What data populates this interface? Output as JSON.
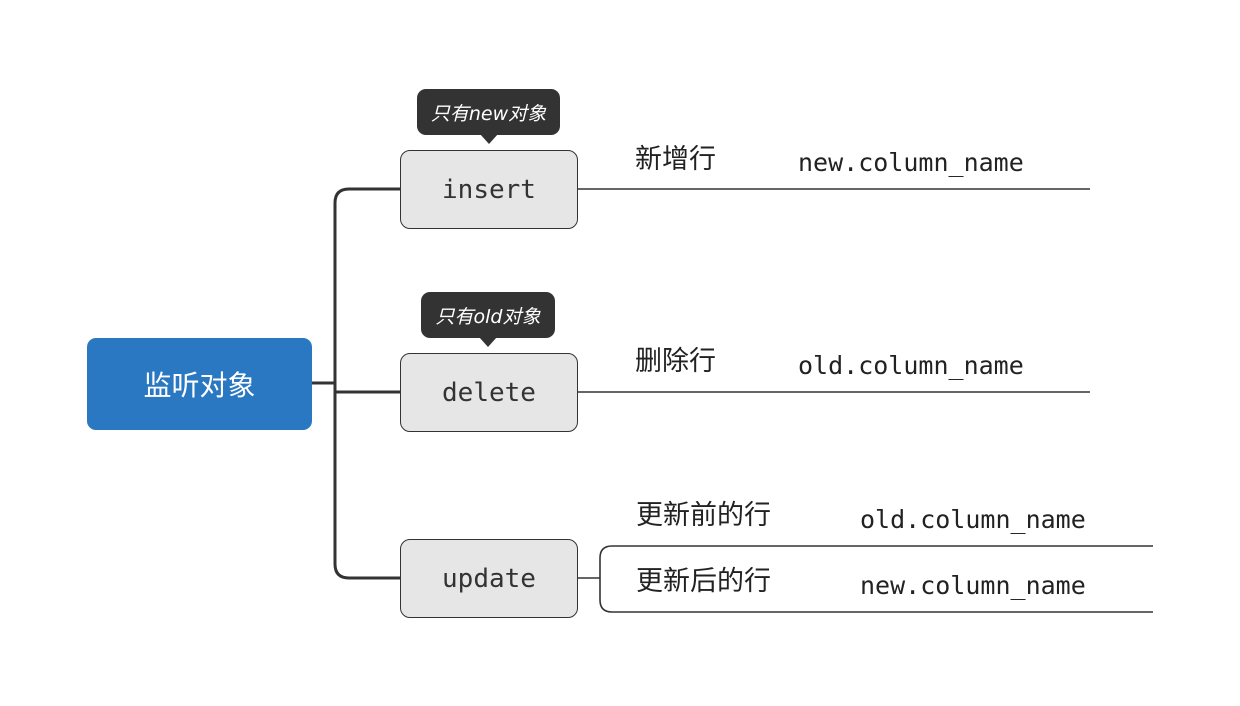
{
  "root": {
    "label": "监听对象"
  },
  "branches": [
    {
      "node": "insert",
      "tag": "只有new对象",
      "rows": [
        {
          "label": "新增行",
          "value": "new.column_name"
        }
      ]
    },
    {
      "node": "delete",
      "tag": "只有old对象",
      "rows": [
        {
          "label": "删除行",
          "value": "old.column_name"
        }
      ]
    },
    {
      "node": "update",
      "rows": [
        {
          "label": "更新前的行",
          "value": "old.column_name"
        },
        {
          "label": "更新后的行",
          "value": "new.column_name"
        }
      ]
    }
  ],
  "colors": {
    "root_fill": "#2b78c2",
    "node_fill": "#e6e6e6",
    "tag_fill": "#333333",
    "line": "#333333"
  }
}
